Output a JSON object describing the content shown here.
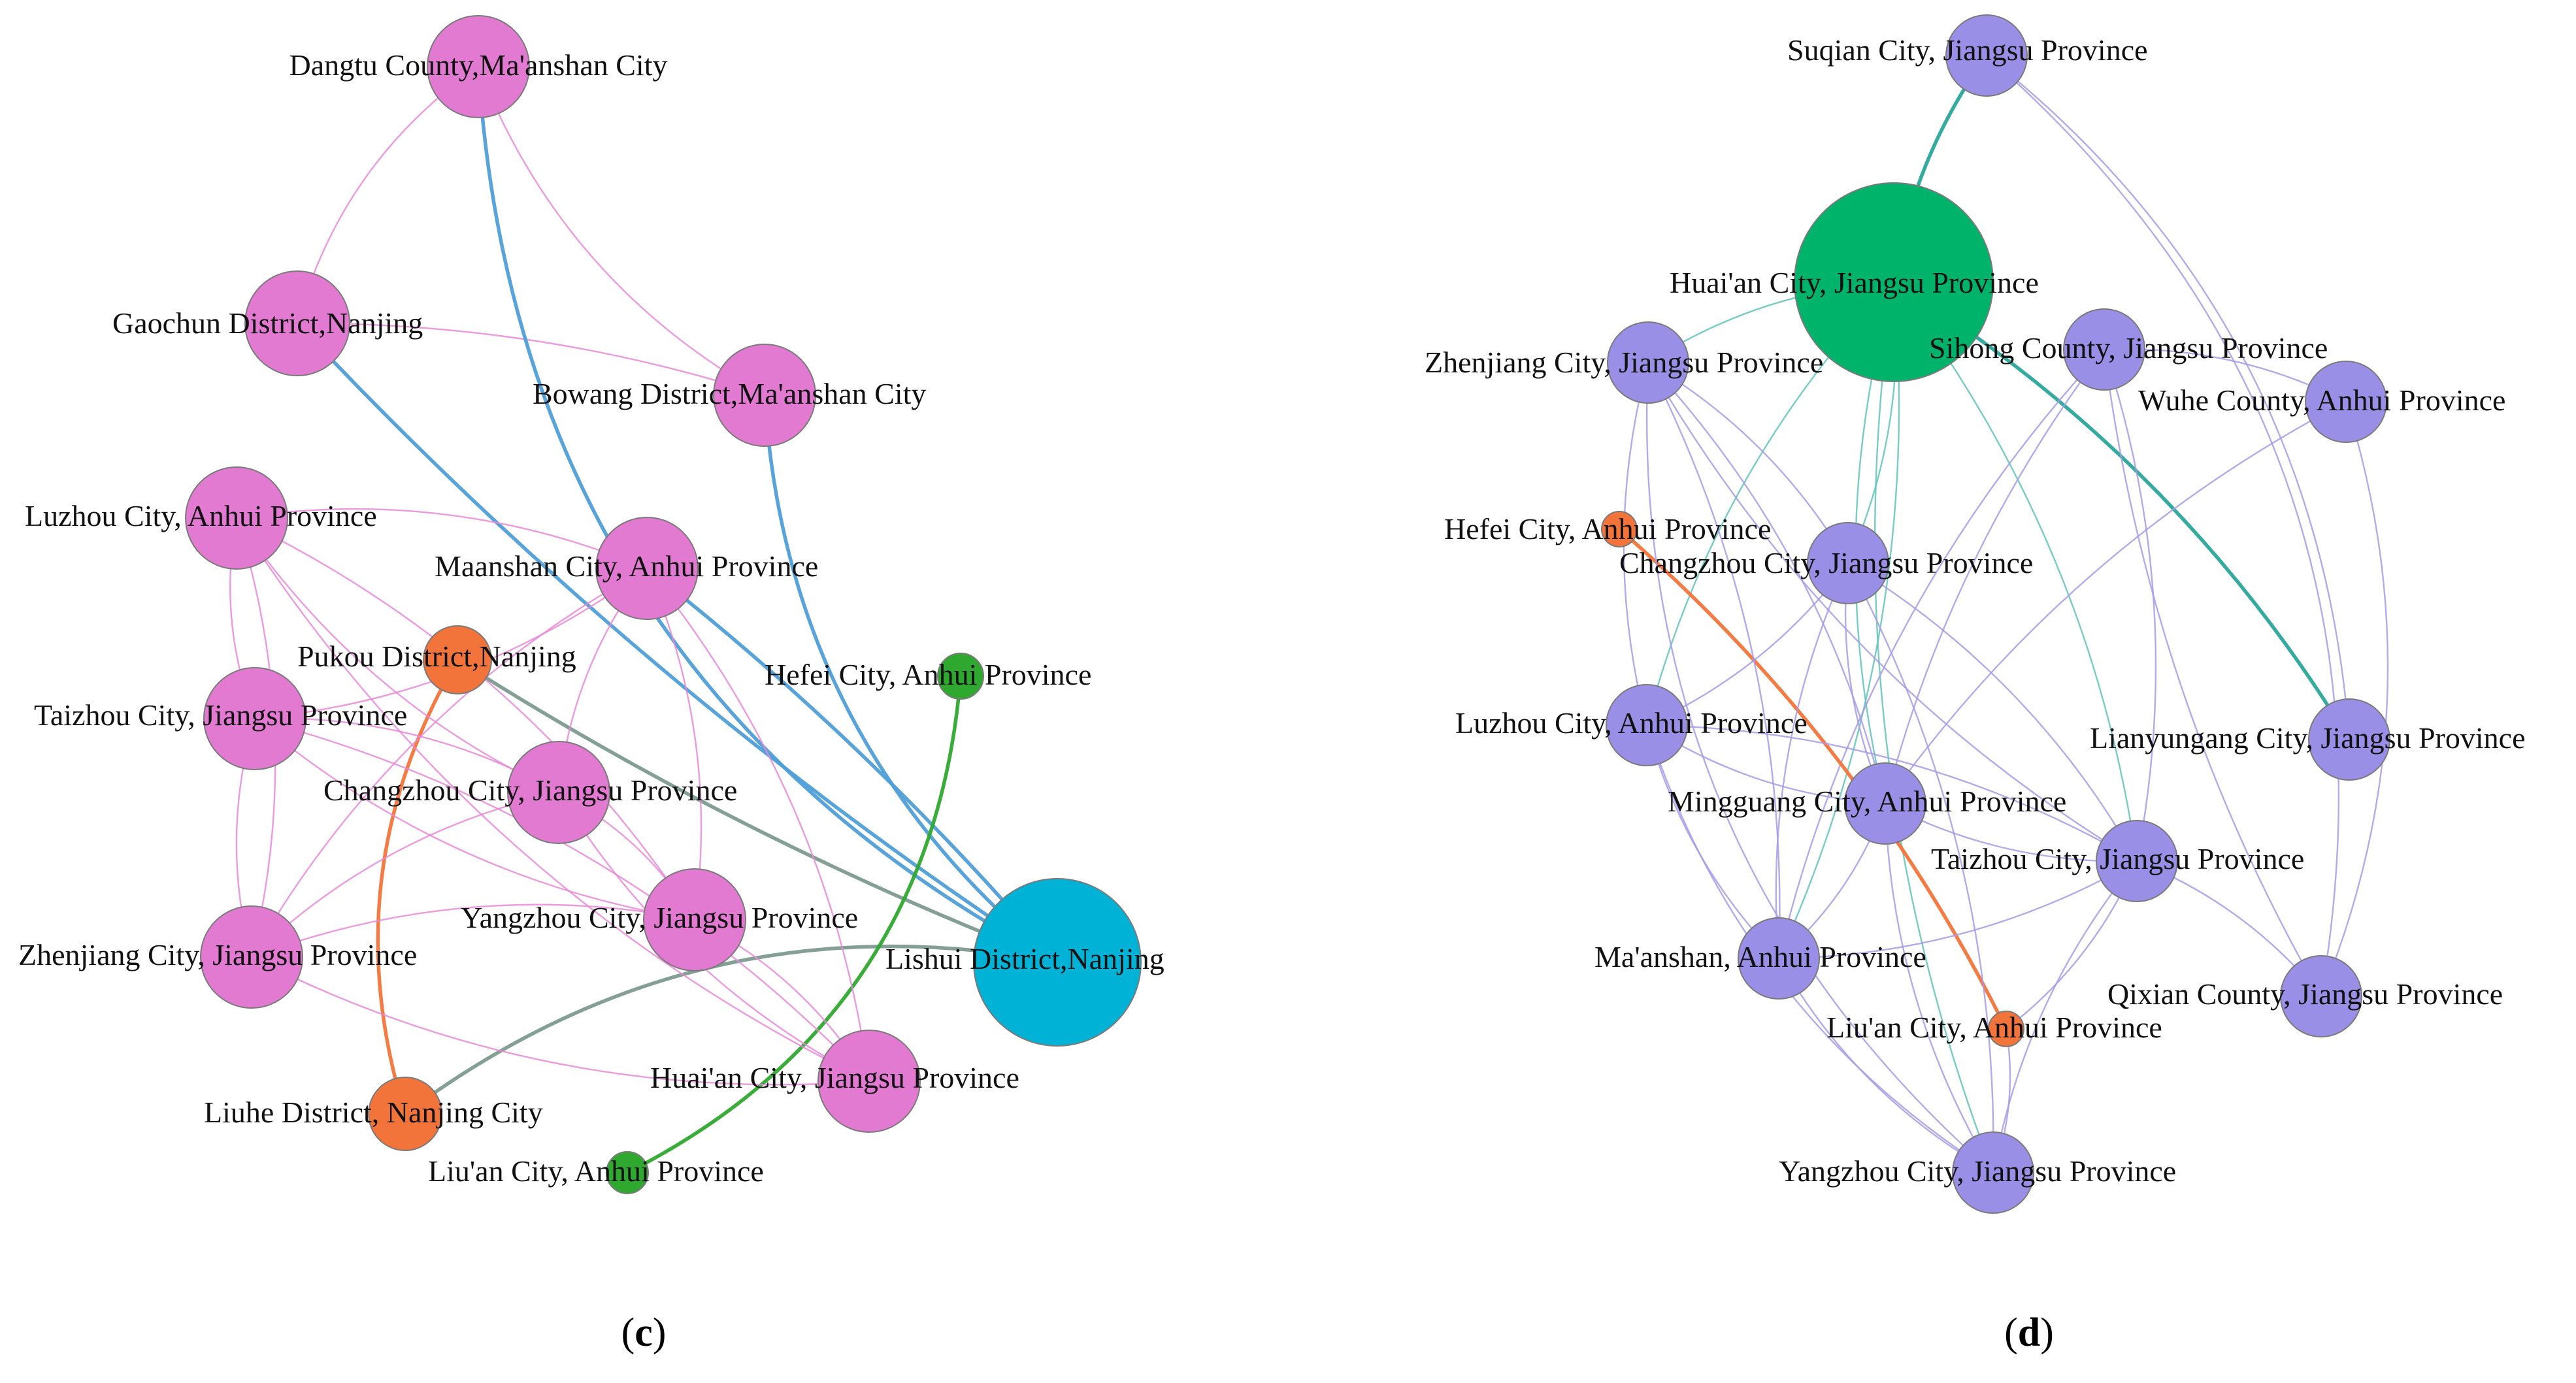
{
  "panels": [
    {
      "id": "c",
      "caption_letter": "c",
      "colors": {
        "pink": "#e37ad2",
        "orange": "#f2743a",
        "green": "#2fa82f",
        "cyan": "#00b3d6",
        "blue_edge": "#4f9fd8",
        "gray_edge": "#7d9a90",
        "pink_edge": "#e78ad7"
      },
      "nodes": [
        {
          "id": "dangtu",
          "label": "Dangtu County,Ma'anshan City",
          "color": "pink"
        },
        {
          "id": "gaochun",
          "label": "Gaochun District,Nanjing",
          "color": "pink"
        },
        {
          "id": "bowang",
          "label": "Bowang District,Ma'anshan City",
          "color": "pink"
        },
        {
          "id": "luzhou",
          "label": "Luzhou City, Anhui Province",
          "color": "pink"
        },
        {
          "id": "maanshan",
          "label": "Maanshan City, Anhui Province",
          "color": "pink"
        },
        {
          "id": "pukou",
          "label": "Pukou District,Nanjing",
          "color": "orange"
        },
        {
          "id": "hefei",
          "label": "Hefei City, Anhui Province",
          "color": "green"
        },
        {
          "id": "taizhou",
          "label": "Taizhou City, Jiangsu Province",
          "color": "pink"
        },
        {
          "id": "changzhou",
          "label": "Changzhou City, Jiangsu Province",
          "color": "pink"
        },
        {
          "id": "yangzhou",
          "label": "Yangzhou City, Jiangsu Province",
          "color": "pink"
        },
        {
          "id": "lishui",
          "label": "Lishui District,Nanjing",
          "color": "cyan"
        },
        {
          "id": "zhenjiang",
          "label": "Zhenjiang City, Jiangsu Province",
          "color": "pink"
        },
        {
          "id": "huaian",
          "label": "Huai'an City, Jiangsu Province",
          "color": "pink"
        },
        {
          "id": "liuhe",
          "label": "Liuhe District, Nanjing City",
          "color": "orange"
        },
        {
          "id": "liuan",
          "label": "Liu'an City, Anhui Province",
          "color": "green"
        }
      ],
      "edges": [
        {
          "source": "dangtu",
          "target": "gaochun",
          "color": "pink_edge"
        },
        {
          "source": "dangtu",
          "target": "bowang",
          "color": "pink_edge"
        },
        {
          "source": "gaochun",
          "target": "bowang",
          "color": "pink_edge"
        },
        {
          "source": "dangtu",
          "target": "lishui",
          "color": "blue_edge"
        },
        {
          "source": "gaochun",
          "target": "lishui",
          "color": "blue_edge"
        },
        {
          "source": "bowang",
          "target": "lishui",
          "color": "blue_edge"
        },
        {
          "source": "maanshan",
          "target": "lishui",
          "color": "blue_edge"
        },
        {
          "source": "pukou",
          "target": "lishui",
          "color": "gray_edge"
        },
        {
          "source": "liuhe",
          "target": "lishui",
          "color": "gray_edge"
        },
        {
          "source": "pukou",
          "target": "liuhe",
          "color": "orange"
        },
        {
          "source": "hefei",
          "target": "liuan",
          "color": "green"
        },
        {
          "source": "luzhou",
          "target": "maanshan",
          "color": "pink_edge"
        },
        {
          "source": "luzhou",
          "target": "taizhou",
          "color": "pink_edge"
        },
        {
          "source": "luzhou",
          "target": "zhenjiang",
          "color": "pink_edge"
        },
        {
          "source": "luzhou",
          "target": "changzhou",
          "color": "pink_edge"
        },
        {
          "source": "luzhou",
          "target": "yangzhou",
          "color": "pink_edge"
        },
        {
          "source": "luzhou",
          "target": "huaian",
          "color": "pink_edge"
        },
        {
          "source": "maanshan",
          "target": "taizhou",
          "color": "pink_edge"
        },
        {
          "source": "maanshan",
          "target": "changzhou",
          "color": "pink_edge"
        },
        {
          "source": "maanshan",
          "target": "yangzhou",
          "color": "pink_edge"
        },
        {
          "source": "maanshan",
          "target": "zhenjiang",
          "color": "pink_edge"
        },
        {
          "source": "maanshan",
          "target": "huaian",
          "color": "pink_edge"
        },
        {
          "source": "taizhou",
          "target": "zhenjiang",
          "color": "pink_edge"
        },
        {
          "source": "taizhou",
          "target": "changzhou",
          "color": "pink_edge"
        },
        {
          "source": "taizhou",
          "target": "yangzhou",
          "color": "pink_edge"
        },
        {
          "source": "taizhou",
          "target": "huaian",
          "color": "pink_edge"
        },
        {
          "source": "changzhou",
          "target": "zhenjiang",
          "color": "pink_edge"
        },
        {
          "source": "changzhou",
          "target": "yangzhou",
          "color": "pink_edge"
        },
        {
          "source": "changzhou",
          "target": "huaian",
          "color": "pink_edge"
        },
        {
          "source": "zhenjiang",
          "target": "yangzhou",
          "color": "pink_edge"
        },
        {
          "source": "zhenjiang",
          "target": "huaian",
          "color": "pink_edge"
        },
        {
          "source": "yangzhou",
          "target": "huaian",
          "color": "pink_edge"
        }
      ]
    },
    {
      "id": "d",
      "caption_letter": "d",
      "colors": {
        "purple": "#9a8fe6",
        "green": "#00b36b",
        "orange": "#f2743a",
        "teal_edge": "#2aa79b",
        "teal_thin_edge": "#5fc3b8",
        "purple_edge": "#a79be8",
        "orange_edge": "#f2743a"
      },
      "nodes": [
        {
          "id": "suqian",
          "label": "Suqian City, Jiangsu Province",
          "color": "purple"
        },
        {
          "id": "huaian",
          "label": "Huai'an City, Jiangsu Province",
          "color": "green"
        },
        {
          "id": "zhenjiang",
          "label": "Zhenjiang City, Jiangsu Province",
          "color": "purple"
        },
        {
          "id": "sihong",
          "label": "Sihong County, Jiangsu Province",
          "color": "purple"
        },
        {
          "id": "wuhe",
          "label": "Wuhe County, Anhui Province",
          "color": "purple"
        },
        {
          "id": "hefei",
          "label": "Hefei City, Anhui Province",
          "color": "orange"
        },
        {
          "id": "changzhou",
          "label": "Changzhou City, Jiangsu Province",
          "color": "purple"
        },
        {
          "id": "luzhou",
          "label": "Luzhou City, Anhui Province",
          "color": "purple"
        },
        {
          "id": "lianyungang",
          "label": "Lianyungang City, Jiangsu Province",
          "color": "purple"
        },
        {
          "id": "mingguang",
          "label": "Mingguang City, Anhui Province",
          "color": "purple"
        },
        {
          "id": "taizhou",
          "label": "Taizhou City, Jiangsu Province",
          "color": "purple"
        },
        {
          "id": "maanshan",
          "label": "Ma'anshan, Anhui Province",
          "color": "purple"
        },
        {
          "id": "qixian",
          "label": "Qixian County, Jiangsu Province",
          "color": "purple"
        },
        {
          "id": "liuan",
          "label": "Liu'an City, Anhui Province",
          "color": "orange"
        },
        {
          "id": "yangzhou",
          "label": "Yangzhou City, Jiangsu Province",
          "color": "purple"
        }
      ],
      "edges": [
        {
          "source": "huaian",
          "target": "suqian",
          "color": "teal_edge"
        },
        {
          "source": "huaian",
          "target": "lianyungang",
          "color": "teal_edge"
        },
        {
          "source": "huaian",
          "target": "zhenjiang",
          "color": "teal_thin_edge"
        },
        {
          "source": "huaian",
          "target": "changzhou",
          "color": "teal_thin_edge"
        },
        {
          "source": "huaian",
          "target": "luzhou",
          "color": "teal_thin_edge"
        },
        {
          "source": "huaian",
          "target": "maanshan",
          "color": "teal_thin_edge"
        },
        {
          "source": "huaian",
          "target": "yangzhou",
          "color": "teal_thin_edge"
        },
        {
          "source": "huaian",
          "target": "taizhou",
          "color": "teal_thin_edge"
        },
        {
          "source": "huaian",
          "target": "mingguang",
          "color": "teal_thin_edge"
        },
        {
          "source": "suqian",
          "target": "lianyungang",
          "color": "purple_edge"
        },
        {
          "source": "suqian",
          "target": "qixian",
          "color": "purple_edge"
        },
        {
          "source": "sihong",
          "target": "wuhe",
          "color": "purple_edge"
        },
        {
          "source": "sihong",
          "target": "mingguang",
          "color": "purple_edge"
        },
        {
          "source": "sihong",
          "target": "taizhou",
          "color": "purple_edge"
        },
        {
          "source": "sihong",
          "target": "maanshan",
          "color": "purple_edge"
        },
        {
          "source": "sihong",
          "target": "qixian",
          "color": "purple_edge"
        },
        {
          "source": "wuhe",
          "target": "qixian",
          "color": "purple_edge"
        },
        {
          "source": "wuhe",
          "target": "mingguang",
          "color": "purple_edge"
        },
        {
          "source": "hefei",
          "target": "liuan",
          "color": "orange_edge"
        },
        {
          "source": "zhenjiang",
          "target": "changzhou",
          "color": "purple_edge"
        },
        {
          "source": "zhenjiang",
          "target": "luzhou",
          "color": "purple_edge"
        },
        {
          "source": "zhenjiang",
          "target": "mingguang",
          "color": "purple_edge"
        },
        {
          "source": "zhenjiang",
          "target": "taizhou",
          "color": "purple_edge"
        },
        {
          "source": "zhenjiang",
          "target": "maanshan",
          "color": "purple_edge"
        },
        {
          "source": "zhenjiang",
          "target": "yangzhou",
          "color": "purple_edge"
        },
        {
          "source": "changzhou",
          "target": "luzhou",
          "color": "purple_edge"
        },
        {
          "source": "changzhou",
          "target": "mingguang",
          "color": "purple_edge"
        },
        {
          "source": "changzhou",
          "target": "taizhou",
          "color": "purple_edge"
        },
        {
          "source": "changzhou",
          "target": "maanshan",
          "color": "purple_edge"
        },
        {
          "source": "changzhou",
          "target": "yangzhou",
          "color": "purple_edge"
        },
        {
          "source": "luzhou",
          "target": "mingguang",
          "color": "purple_edge"
        },
        {
          "source": "luzhou",
          "target": "taizhou",
          "color": "purple_edge"
        },
        {
          "source": "luzhou",
          "target": "maanshan",
          "color": "purple_edge"
        },
        {
          "source": "luzhou",
          "target": "yangzhou",
          "color": "purple_edge"
        },
        {
          "source": "mingguang",
          "target": "taizhou",
          "color": "purple_edge"
        },
        {
          "source": "mingguang",
          "target": "maanshan",
          "color": "purple_edge"
        },
        {
          "source": "mingguang",
          "target": "yangzhou",
          "color": "purple_edge"
        },
        {
          "source": "taizhou",
          "target": "maanshan",
          "color": "purple_edge"
        },
        {
          "source": "taizhou",
          "target": "yangzhou",
          "color": "purple_edge"
        },
        {
          "source": "taizhou",
          "target": "qixian",
          "color": "purple_edge"
        },
        {
          "source": "maanshan",
          "target": "yangzhou",
          "color": "purple_edge"
        },
        {
          "source": "taizhou",
          "target": "liuan",
          "color": "purple_edge"
        },
        {
          "source": "yangzhou",
          "target": "liuan",
          "color": "purple_edge"
        }
      ]
    }
  ]
}
